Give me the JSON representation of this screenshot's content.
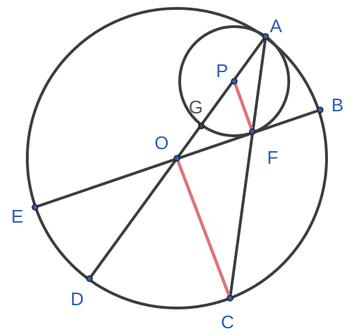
{
  "diagram": {
    "colors": {
      "line": "#3d3d3d",
      "highlight": "#df7378",
      "point_fill": "#2a5db0",
      "point_stroke": "#1a1a1a",
      "label_blue": "#2a5db0",
      "label_gray": "#555555"
    },
    "labels": {
      "A": "A",
      "B": "B",
      "C": "C",
      "D": "D",
      "E": "E",
      "F": "F",
      "G": "G",
      "O": "O",
      "P": "P"
    }
  }
}
